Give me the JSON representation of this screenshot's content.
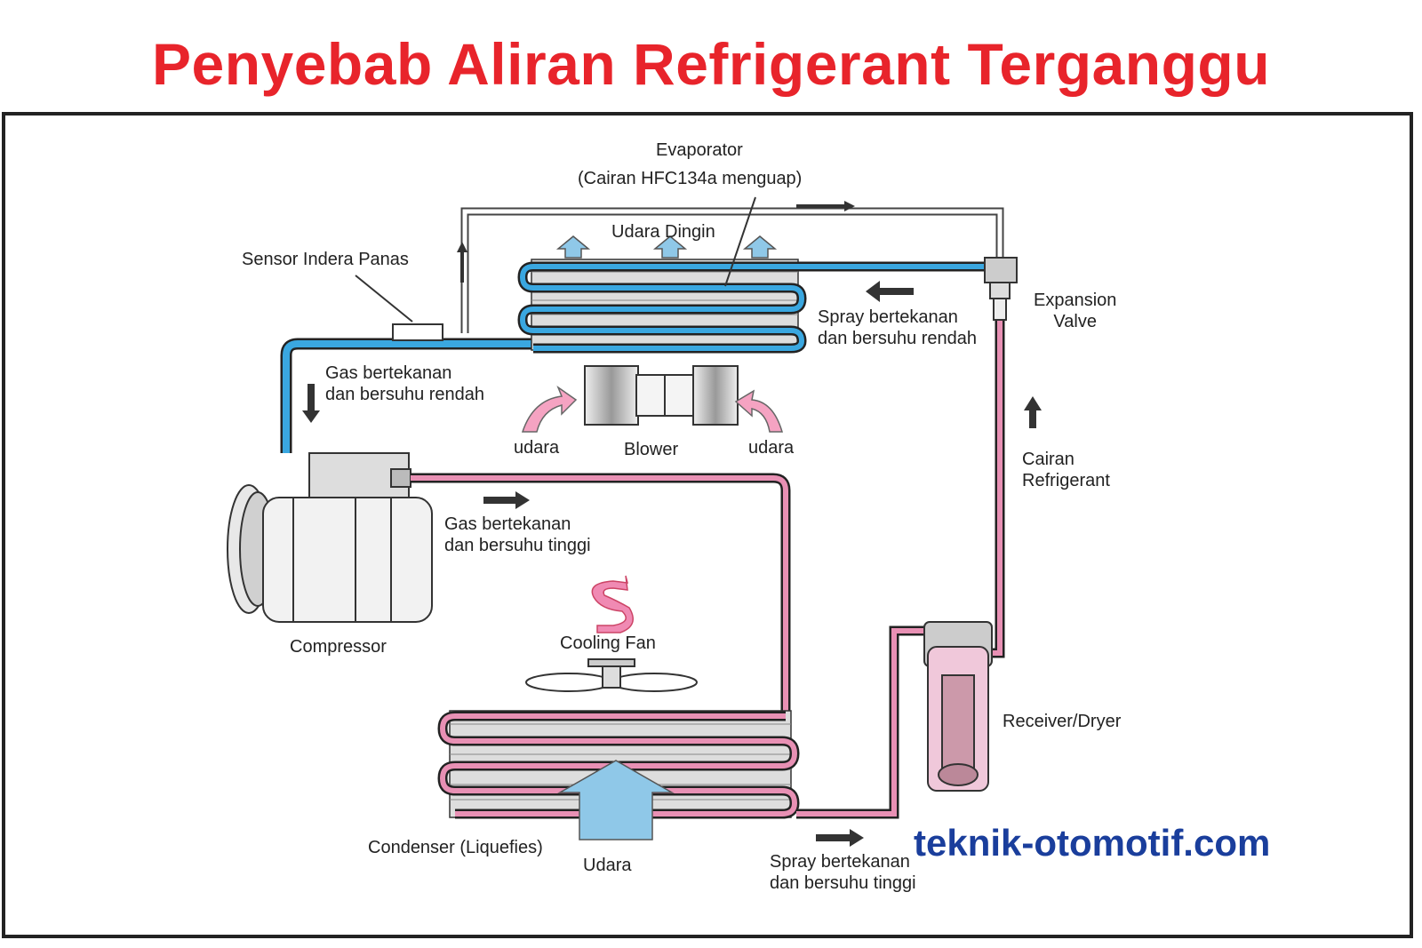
{
  "title": "Penyebab Aliran Refrigerant Terganggu",
  "watermark": "teknik-otomotif.com",
  "colors": {
    "title": "#e8242b",
    "low_pressure_line": "#3aa7e0",
    "high_pressure_line": "#e890b4",
    "brand": "#1a3e9c",
    "frame": "#222222"
  },
  "labels": {
    "evaporator_line1": "Evaporator",
    "evaporator_line2": "(Cairan HFC134a menguap)",
    "udara_dingin": "Udara Dingin",
    "sensor": "Sensor Indera Panas",
    "expansion_line1": "Expansion",
    "expansion_line2": "Valve",
    "spray_low_line1": "Spray bertekanan",
    "spray_low_line2": "dan bersuhu rendah",
    "gas_low_line1": "Gas bertekanan",
    "gas_low_line2": "dan bersuhu rendah",
    "udara_left": "udara",
    "blower": "Blower",
    "udara_right": "udara",
    "cairan_line1": "Cairan",
    "cairan_line2": "Refrigerant",
    "gas_high_line1": "Gas bertekanan",
    "gas_high_line2": "dan bersuhu tinggi",
    "compressor": "Compressor",
    "cooling_fan": "Cooling Fan",
    "receiver": "Receiver/Dryer",
    "condenser": "Condenser (Liquefies)",
    "udara_bottom": "Udara",
    "spray_high_line1": "Spray bertekanan",
    "spray_high_line2": "dan bersuhu tinggi"
  }
}
